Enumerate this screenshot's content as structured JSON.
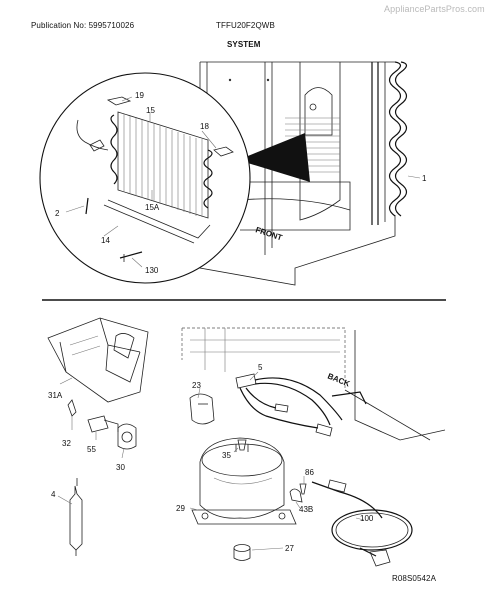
{
  "header": {
    "publication": "Publication No: 5995710026",
    "model": "TFFU20F2QWB",
    "site": "AppliancePartsPros.com",
    "section_title": "SYSTEM"
  },
  "footer": {
    "diagram_code": "R08S0542A"
  },
  "callouts": {
    "p19": "19",
    "p15": "15",
    "p18": "18",
    "p2": "2",
    "p15a": "15A",
    "p14": "14",
    "p130": "130",
    "p1": "1",
    "front": "FRONT",
    "p31a": "31A",
    "p23": "23",
    "p5": "5",
    "back": "BACK",
    "p32": "32",
    "p55": "55",
    "p30": "30",
    "p35": "35",
    "p86": "86",
    "p4": "4",
    "p29": "29",
    "p43b": "43B",
    "p100": "100",
    "p27": "27"
  }
}
